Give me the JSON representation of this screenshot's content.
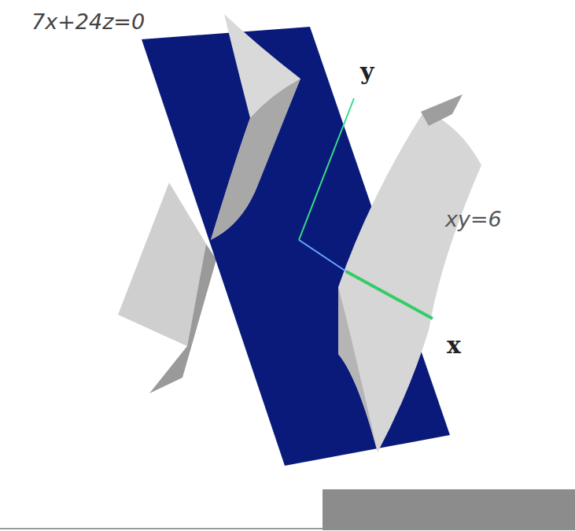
{
  "diagram": {
    "labels": [
      "7x+24z=0",
      "y",
      "xy=6",
      "x"
    ]
  }
}
